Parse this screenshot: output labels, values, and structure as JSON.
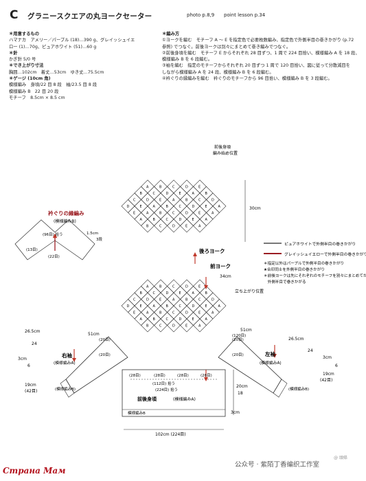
{
  "header": {
    "letter": "C",
    "title": "グラニースクエアの丸ヨークセーター",
    "photo_ref": "photo p.8,9",
    "lesson_ref": "point lesson p.34"
  },
  "materials": [
    "＊用意するもの",
    "ハマナカ　アメリー／パープル (18)…390 g、グレイッシュイエ",
    "ロー (1)…70g、ピュアホワイト (51)…60 g",
    "＊針",
    "かぎ針 5/0 号",
    "＊でき上がり寸法",
    "胸囲…102cm　着丈…53cm　ゆき丈…75.5cm",
    "＊ゲージ (10cm 角)",
    "模様編み　身頃/22 目 8 段　袖/23.5 目 8 段",
    "模様編み B　22 目 20 段",
    "モチーフ　8.5cm × 8.5 cm"
  ],
  "method": [
    "＊編み方",
    "①ヨークを編む　モチーフ A ～ E を指定色で必要枚数編み、指定色で外側半目の巻きかがり (p.72",
    "参照) でつなぐ。前後ヨークは別々にまとめて巻き編みでつなぐ。",
    "②前後身頃を編む　モチーフ E からそれぞれ 28 目ずつ、1 周で 224 目拾い、模様編み A を 18 段、",
    "模様編み B を 6 段編む。",
    "③袖を編む　指定のモチーフからそれぞれ 20 目ずつ 1 周で 120 目拾い、図に従って分散減目を",
    "しながら模様編み A を 24 段、模様編み B を 6 段編む。",
    "④衿ぐりの縁編みを編む　衿ぐりのモチーフから 96 目拾い、模様編み B を 3 段編む。"
  ],
  "diagram": {
    "label_front_back_neck": "前後身頃",
    "label_start": "編み始め位置",
    "label_back_yoke": "後ろヨーク",
    "label_front_yoke": "前ヨーク",
    "label_rise_pos": "立ち上がり位置",
    "label_neckband": "衿ぐりの縁編み",
    "label_neckband_sub": "(模様編みB)",
    "label_neck_pick": "(96目) 拾う",
    "label_right_sleeve": "右袖",
    "label_left_sleeve": "左袖",
    "label_pattern_a": "(模様編みA)",
    "label_pattern_b": "(模様編みB)",
    "label_body": "前後身頃",
    "label_body_pattern": "(模様編みA)",
    "label_body_b": "模様編みB",
    "label_pick_112": "(112目) 拾う",
    "label_224_pick": "(224目) 拾う",
    "dim_30cm": "30cm",
    "dim_34cm": "34cm",
    "dim_51cm": "51cm",
    "dim_265": "26.5cm",
    "dim_24": "24",
    "dim_3cm": "3cm",
    "dim_6": "6",
    "dim_19cm": "19cm",
    "dim_42": "(42目)",
    "dim_20cm": "20cm",
    "dim_18": "18",
    "dim_102": "102cm (224目)",
    "dim_15": "1.5cm",
    "dim_13": "(13目)",
    "dim_22": "(22目)",
    "dim_20": "(20目)",
    "dim_28": "(28目)",
    "dim_120": "(120目)",
    "dim_3dan": "3段",
    "dim_dan": "段",
    "legend_white": "ピュアホワイトで外側半目の巻きかがり",
    "legend_yellow": "グレイッシュイエローで外側半目の巻きかがり",
    "note1": "＊指定以外はパープルで外側半目の巻きかがり",
    "note2": "★合印同士を外側半目の巻きかがり",
    "note3": "＊前後ヨークは先にそれぞれのモチーフを別々にまとめてから",
    "note4": "　外側半目で巻きかがる"
  },
  "watermark": {
    "left": "Страна Мам",
    "right": "公众号 · 紫陌丁香编织工作室",
    "corner": "@ 頭條"
  },
  "colors": {
    "line": "#333333",
    "accent": "#9b1c22",
    "arrow": "#c0392b",
    "gray": "#8c8c8c"
  }
}
